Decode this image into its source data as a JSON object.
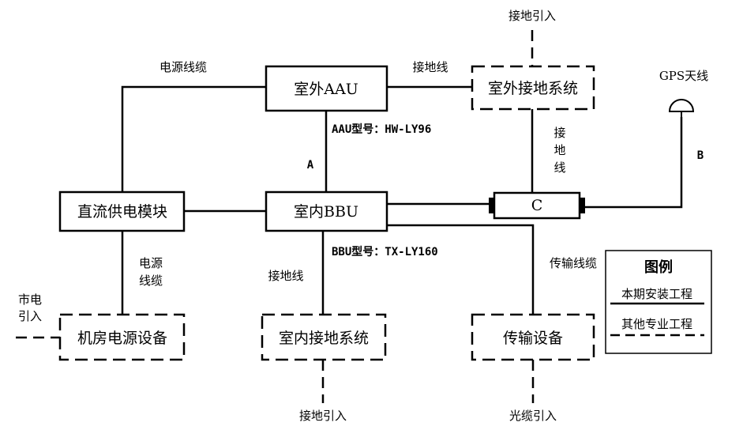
{
  "boxes": {
    "aau": "室外AAU",
    "outdoor_ground": "室外接地系统",
    "dc_power": "直流供电模块",
    "bbu": "室内BBU",
    "c_connector": "C",
    "room_power": "机房电源设备",
    "indoor_ground": "室内接地系统",
    "transmission": "传输设备"
  },
  "labels": {
    "ground_in_top": "接地引入",
    "power_cable_top": "电源线缆",
    "ground_wire_top": "接地线",
    "gps_antenna": "GPS天线",
    "aau_model": "AAU型号：HW-LY96",
    "link_a": "A",
    "ground_wire_vertical": [
      "接",
      "地",
      "线"
    ],
    "link_b": "B",
    "bbu_model": "BBU型号：TX-LY160",
    "power_cable_mid": [
      "电源",
      "线缆"
    ],
    "ground_wire_mid": "接地线",
    "transmission_cable": "传输线缆",
    "mains_in": [
      "市电",
      "引入"
    ],
    "ground_in_bottom": "接地引入",
    "fiber_in": "光缆引入"
  },
  "legend": {
    "title": "图例",
    "solid_label": "本期安装工程",
    "dashed_label": "其他专业工程"
  }
}
